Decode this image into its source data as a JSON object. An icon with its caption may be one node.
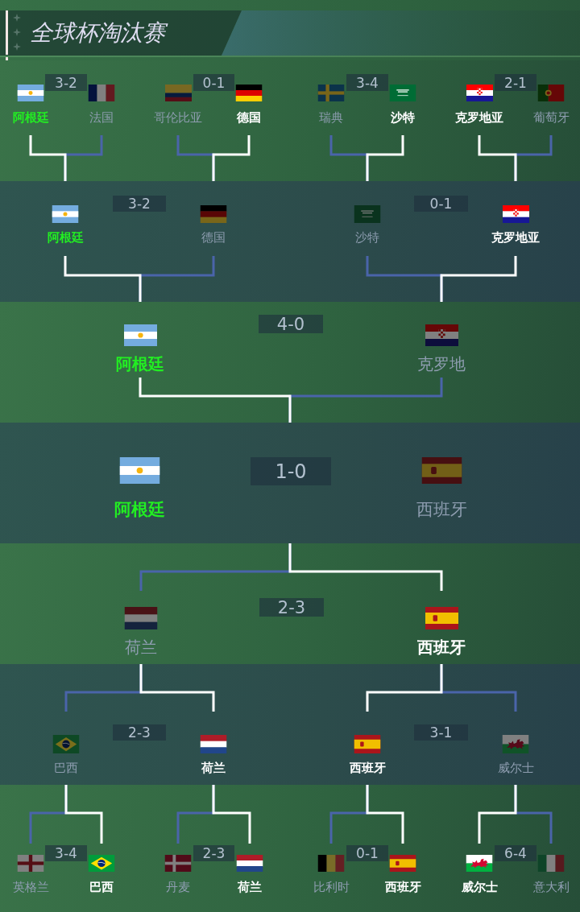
{
  "diagram": {
    "title": "全球杯淘汰赛",
    "nodes": [
      {
        "text": [],
        "shape": "band"
      },
      {
        "text": [
          "阿根廷"
        ],
        "in": 0
      },
      {
        "text": [
          "3-2"
        ],
        "in": 0
      },
      {
        "text": [
          "法国"
        ],
        "in": 0
      },
      {
        "text": [
          "哥伦比亚"
        ],
        "in": 0
      },
      {
        "text": [
          "0-1"
        ],
        "in": 0
      },
      {
        "text": [
          "德国"
        ],
        "in": 0
      },
      {
        "text": [
          "瑞典"
        ],
        "in": 0
      },
      {
        "text": [
          "3-4"
        ],
        "in": 0
      },
      {
        "text": [
          "沙特"
        ],
        "in": 0
      },
      {
        "text": [
          "克罗地亚"
        ],
        "in": 0
      },
      {
        "text": [
          "2-1"
        ],
        "in": 0
      },
      {
        "text": [
          "葡萄牙"
        ],
        "in": 0
      },
      {
        "text": [],
        "shape": "band"
      },
      {
        "text": [
          "阿根廷"
        ],
        "in": 13
      },
      {
        "text": [
          "3-2"
        ],
        "in": 13
      },
      {
        "text": [
          "德国"
        ],
        "in": 13
      },
      {
        "text": [
          "沙特"
        ],
        "in": 13
      },
      {
        "text": [
          "0-1"
        ],
        "in": 13
      },
      {
        "text": [
          "克罗地亚"
        ],
        "in": 13
      },
      {
        "text": [],
        "shape": "band"
      },
      {
        "text": [
          "阿根廷"
        ],
        "in": 20
      },
      {
        "text": [
          "4-0"
        ],
        "in": 20
      },
      {
        "text": [
          "克罗地"
        ],
        "in": 20
      },
      {
        "text": [],
        "shape": "band"
      },
      {
        "text": [
          "阿根廷"
        ],
        "in": 24
      },
      {
        "text": [
          "1-0"
        ],
        "in": 24
      },
      {
        "text": [
          "西班牙"
        ],
        "in": 24
      },
      {
        "text": [],
        "shape": "band"
      },
      {
        "text": [
          "荷兰"
        ],
        "in": 28
      },
      {
        "text": [
          "2-3"
        ],
        "in": 28
      },
      {
        "text": [
          "西班牙"
        ],
        "in": 28
      },
      {
        "text": [],
        "shape": "band"
      },
      {
        "text": [
          "巴西"
        ],
        "in": 32
      },
      {
        "text": [
          "2-3"
        ],
        "in": 32
      },
      {
        "text": [
          "荷兰"
        ],
        "in": 32
      },
      {
        "text": [
          "西班牙"
        ],
        "in": 32
      },
      {
        "text": [
          "3-1"
        ],
        "in": 32
      },
      {
        "text": [
          "威尔士"
        ],
        "in": 32
      },
      {
        "text": [],
        "shape": "band"
      },
      {
        "text": [
          "英格兰"
        ],
        "in": 39
      },
      {
        "text": [
          "3-4"
        ],
        "in": 39
      },
      {
        "text": [
          "巴西"
        ],
        "in": 39
      },
      {
        "text": [
          "丹麦"
        ],
        "in": 39
      },
      {
        "text": [
          "2-3"
        ],
        "in": 39
      },
      {
        "text": [
          "荷兰"
        ],
        "in": 39
      },
      {
        "text": [
          "比利时"
        ],
        "in": 39
      },
      {
        "text": [
          "0-1"
        ],
        "in": 39
      },
      {
        "text": [
          "西班牙"
        ],
        "in": 39
      },
      {
        "text": [
          "威尔士"
        ],
        "in": 39
      },
      {
        "text": [
          "6-4"
        ],
        "in": 39
      },
      {
        "text": [
          "意大利"
        ],
        "in": 39
      }
    ],
    "edges": [
      {
        "from": 1,
        "to": 14,
        "arrow": "none"
      },
      {
        "from": 3,
        "to": 14,
        "arrow": "none",
        "color": "#4a64aa"
      },
      {
        "from": 4,
        "to": 16,
        "arrow": "none",
        "color": "#4a64aa"
      },
      {
        "from": 6,
        "to": 16,
        "arrow": "none"
      },
      {
        "from": 7,
        "to": 17,
        "arrow": "none",
        "color": "#4a64aa"
      },
      {
        "from": 9,
        "to": 17,
        "arrow": "none"
      },
      {
        "from": 10,
        "to": 19,
        "arrow": "none"
      },
      {
        "from": 12,
        "to": 19,
        "arrow": "none",
        "color": "#4a64aa"
      },
      {
        "from": 14,
        "to": 21,
        "arrow": "none"
      },
      {
        "from": 16,
        "to": 21,
        "arrow": "none",
        "color": "#4a64aa"
      },
      {
        "from": 17,
        "to": 23,
        "arrow": "none",
        "color": "#4a64aa"
      },
      {
        "from": 19,
        "to": 23,
        "arrow": "none"
      },
      {
        "from": 21,
        "to": 24,
        "arrow": "none"
      },
      {
        "from": 23,
        "to": 24,
        "arrow": "none",
        "color": "#4a64aa"
      },
      {
        "from": 29,
        "to": 24,
        "arrow": "none",
        "color": "#4a64aa"
      },
      {
        "from": 31,
        "to": 24,
        "arrow": "none"
      },
      {
        "from": 33,
        "to": 29,
        "arrow": "none",
        "color": "#4a64aa"
      },
      {
        "from": 35,
        "to": 29,
        "arrow": "none"
      },
      {
        "from": 36,
        "to": 31,
        "arrow": "none"
      },
      {
        "from": 38,
        "to": 31,
        "arrow": "none",
        "color": "#4a64aa"
      },
      {
        "from": 40,
        "to": 33,
        "arrow": "none",
        "color": "#4a64aa"
      },
      {
        "from": 42,
        "to": 33,
        "arrow": "none"
      },
      {
        "from": 43,
        "to": 35,
        "arrow": "none",
        "color": "#4a64aa"
      },
      {
        "from": 45,
        "to": 35,
        "arrow": "none"
      },
      {
        "from": 46,
        "to": 36,
        "arrow": "none",
        "color": "#4a64aa"
      },
      {
        "from": 48,
        "to": 36,
        "arrow": "none"
      },
      {
        "from": 49,
        "to": 38,
        "arrow": "none"
      },
      {
        "from": 51,
        "to": 38,
        "arrow": "none",
        "color": "#4a64aa"
      }
    ]
  }
}
